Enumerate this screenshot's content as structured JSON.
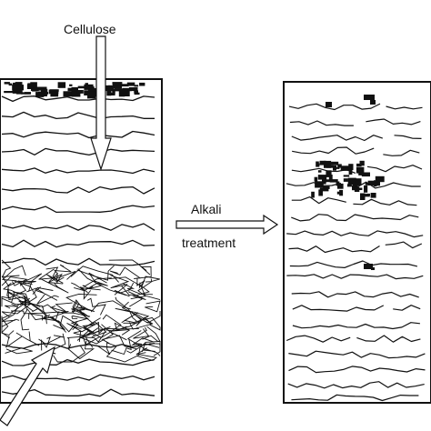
{
  "labels": {
    "cellulose": "Cellulose",
    "alkali": "Alkali",
    "treatment": "treatment"
  },
  "colors": {
    "ink": "#111111",
    "background": "#ffffff"
  }
}
